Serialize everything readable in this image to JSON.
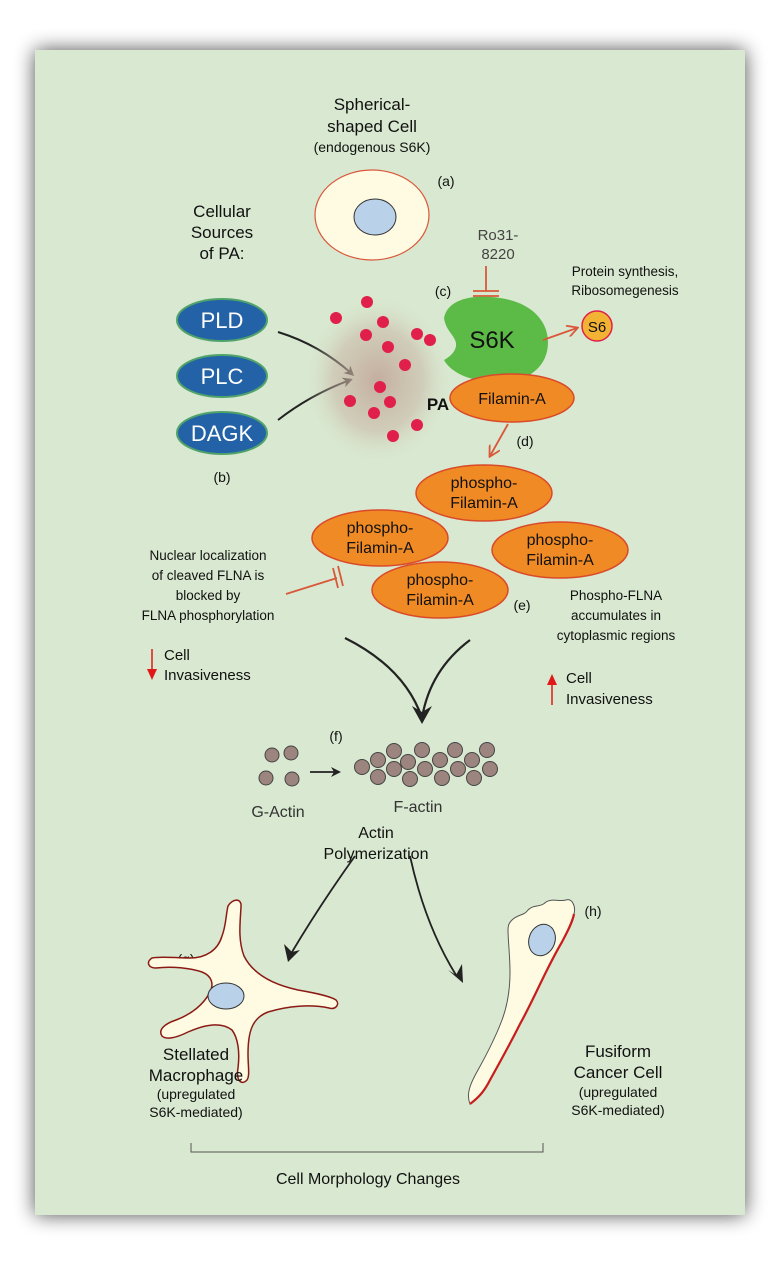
{
  "spherical": {
    "line1": "Spherical-",
    "line2": "shaped Cell",
    "line3": "(endogenous S6K)"
  },
  "labels": {
    "a": "(a)",
    "b": "(b)",
    "c": "(c)",
    "d": "(d)",
    "e": "(e)",
    "f": "(f)",
    "g": "(g)",
    "h": "(h)"
  },
  "sources": {
    "line1": "Cellular",
    "line2": "Sources",
    "line3": "of PA:",
    "pld": "PLD",
    "plc": "PLC",
    "dagk": "DAGK"
  },
  "inhibitor": {
    "line1": "Ro31-",
    "line2": "8220"
  },
  "s6k": "S6K",
  "s6": "S6",
  "protein": {
    "line1": "Protein synthesis,",
    "line2": "Ribosomegenesis"
  },
  "pa": "PA",
  "filamin": "Filamin-A",
  "phospho": {
    "line1": "phospho-",
    "line2": "Filamin-A"
  },
  "nuclear": {
    "line1": "Nuclear localization",
    "line2": "of cleaved FLNA is",
    "line3": "blocked by",
    "line4": "FLNA phosphorylation"
  },
  "accumulates": {
    "line1": "Phospho-FLNA",
    "line2": "accumulates in",
    "line3": "cytoplasmic regions"
  },
  "invasive_down": {
    "line1": "Cell",
    "line2": "Invasiveness"
  },
  "invasive_up": {
    "line1": "Cell",
    "line2": "Invasiveness"
  },
  "g_actin": "G-Actin",
  "f_actin": "F-actin",
  "polymerization": {
    "line1": "Actin",
    "line2": "Polymerization"
  },
  "stellated": {
    "line1": "Stellated",
    "line2": "Macrophage",
    "line3": "(upregulated",
    "line4": "S6K-mediated)"
  },
  "fusiform": {
    "line1": "Fusiform",
    "line2": "Cancer Cell",
    "line3": "(upregulated",
    "line4": "S6K-mediated)"
  },
  "morphology": "Cell Morphology Changes",
  "colors": {
    "background": "#d9e8d0",
    "pa_dots": "#e0204a",
    "s6k": "#5cba47",
    "filamin": "#f08a24",
    "source_ovals": "#2462a8",
    "arrow": "#d9583a",
    "s6": "#f2b335"
  }
}
